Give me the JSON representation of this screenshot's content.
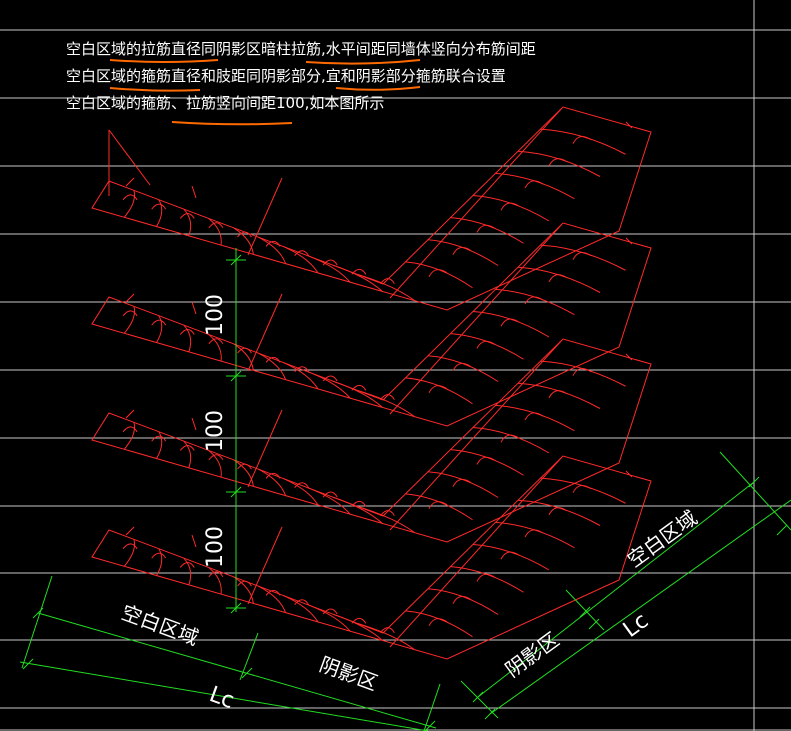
{
  "notes": {
    "line1": "空白区域的拉筋直径同阴影区暗柱拉筋,水平间距同墙体竖向分布筋间距",
    "line2": "空白区域的箍筋直径和肢距同阴影部分,宜和阴影部分箍筋联合设置",
    "line3": "空白区域的箍筋、拉筋竖向间距100,如本图所示"
  },
  "dimensions": {
    "spacing_1": "100",
    "spacing_2": "100",
    "spacing_3": "100",
    "left_blank": "空白区域",
    "left_shadow": "阴影区",
    "left_total": "Lc",
    "right_shadow": "阴影区",
    "right_blank": "空白区域",
    "right_total": "Lc"
  },
  "colors": {
    "background": "#000000",
    "grid": "#c8c8c8",
    "rebar": "#ff2a2a",
    "dimension": "#22dd22",
    "underline": "#ff6a00",
    "text": "#ffffff"
  }
}
